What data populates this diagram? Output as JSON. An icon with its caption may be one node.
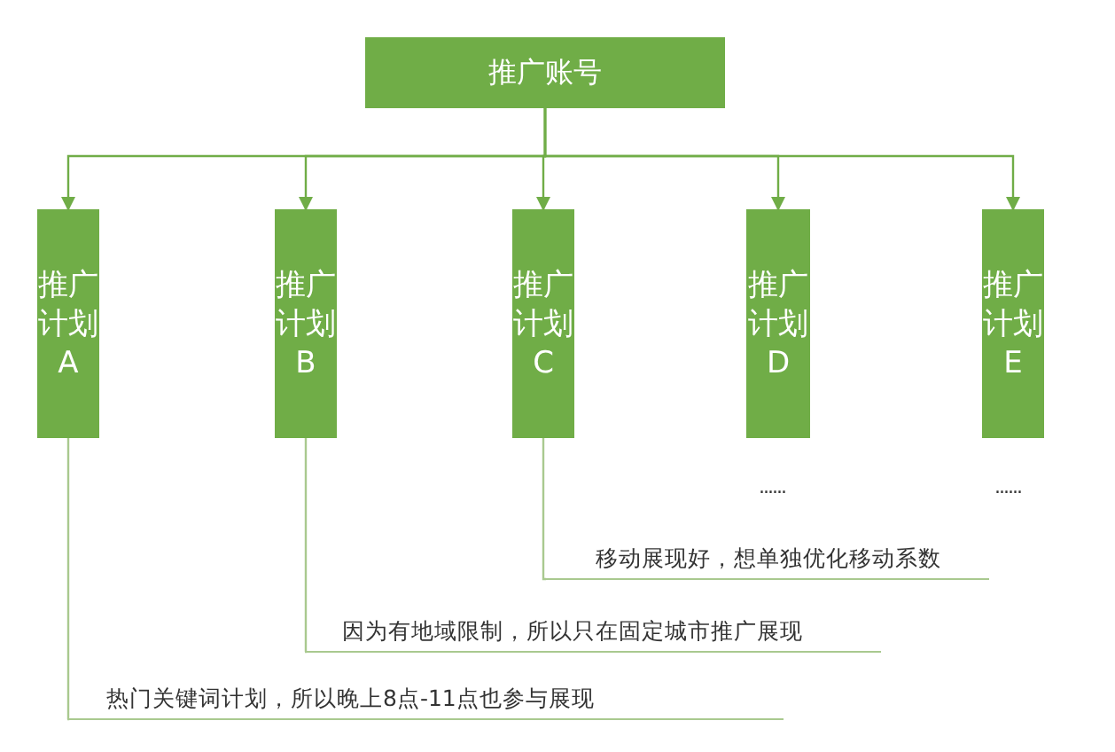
{
  "diagram": {
    "nodes": [
      {
        "text": [
          "推广账号"
        ]
      },
      {
        "text": [
          "推广计划A"
        ]
      },
      {
        "text": [
          "推广计划B"
        ]
      },
      {
        "text": [
          "推广计划C"
        ]
      },
      {
        "text": [
          "推广计划D"
        ]
      },
      {
        "text": [
          "推广计划E"
        ]
      },
      {
        "text": [
          "热门关键词计划，所以晚上8点-11点也参与展现"
        ]
      },
      {
        "text": [
          "因为有地域限制，所以只在固定城市推广展现"
        ]
      },
      {
        "text": [
          "移动展现好，想单独优化移动系数"
        ]
      }
    ],
    "edges": [
      {
        "from": 0,
        "to": 1,
        "arrow": "to"
      },
      {
        "from": 0,
        "to": 2,
        "arrow": "to"
      },
      {
        "from": 0,
        "to": 3,
        "arrow": "to"
      },
      {
        "from": 0,
        "to": 4,
        "arrow": "to"
      },
      {
        "from": 0,
        "to": 5,
        "arrow": "to"
      },
      {
        "from": 1,
        "to": 6,
        "arrow": "none"
      },
      {
        "from": 2,
        "to": 7,
        "arrow": "none"
      },
      {
        "from": 3,
        "to": 8,
        "arrow": "none"
      }
    ],
    "labels": [
      "......",
      "......"
    ]
  }
}
